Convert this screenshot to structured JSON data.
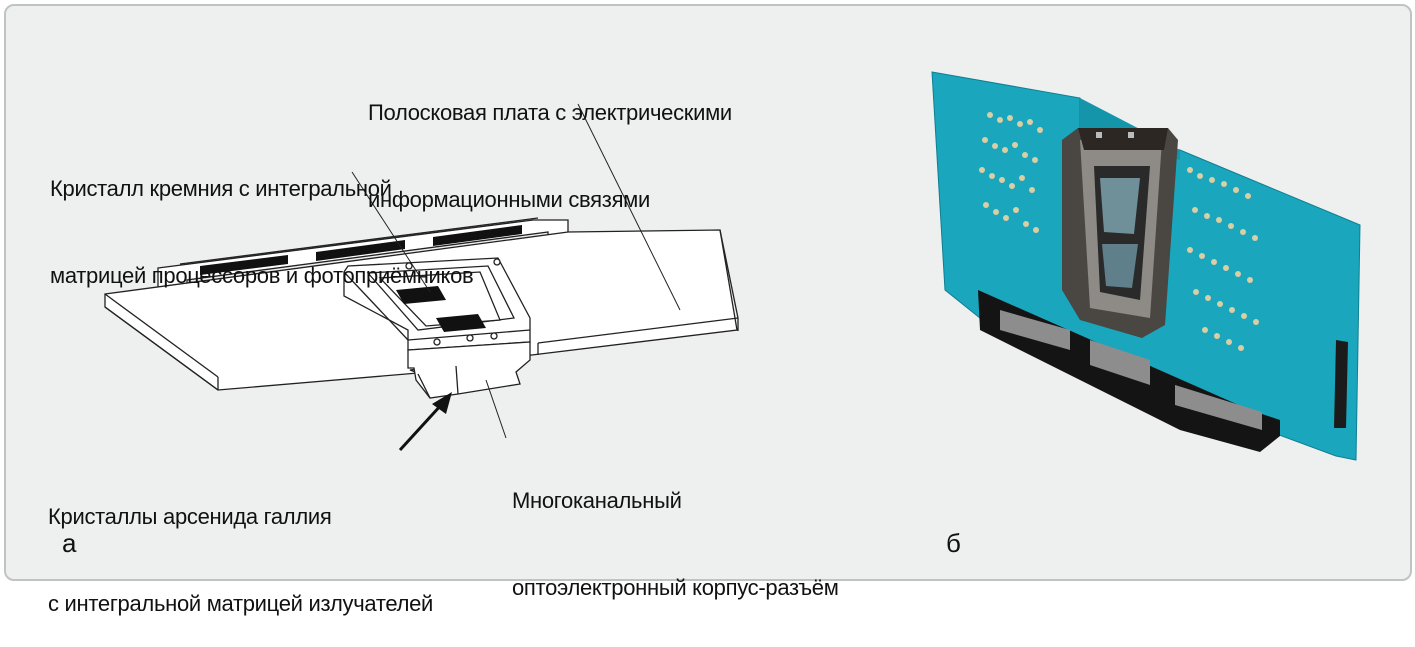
{
  "labels": {
    "strip_board": [
      "Полосковая плата с электрическими",
      "информационными связями"
    ],
    "silicon_crystal": [
      "Кристалл кремния с интегральной",
      "матрицей процессоров и фотоприёмников"
    ],
    "gaas_crystals": [
      "Кристаллы арсенида галлия",
      "с интегральной матрицей излучателей"
    ],
    "connector_housing": [
      "Многоканальный",
      "оптоэлектронный корпус-разъём"
    ]
  },
  "panels": {
    "a": "а",
    "b": "б"
  },
  "colors": {
    "background": "#eef0ef",
    "board_teal": "#1aa6bd",
    "chip_black": "#111111",
    "line": "#222222"
  }
}
